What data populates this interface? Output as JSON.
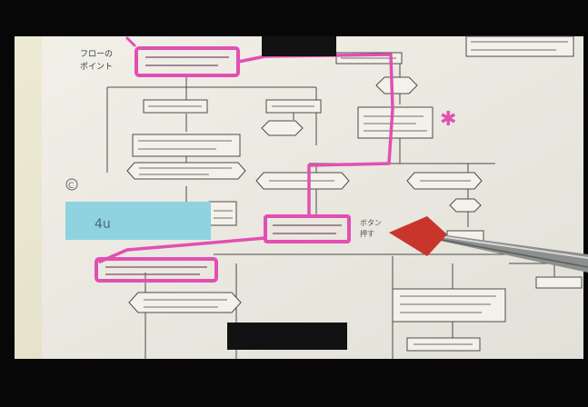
{
  "photo": {
    "labels": {
      "margin_note_1": "フローの",
      "margin_note_2": "ポイント",
      "sticky_note": "4u",
      "circle_mark": "C",
      "star_mark": "✱",
      "arrow_label": "ボタン",
      "arrow_label_2": "押す"
    },
    "colors": {
      "background": "#070707",
      "paper": "#efede3",
      "highlighter": "#e24fb3",
      "sticky_note": "#8fd2e0",
      "pointer_tip": "#c9352a",
      "redaction": "#121212"
    }
  }
}
